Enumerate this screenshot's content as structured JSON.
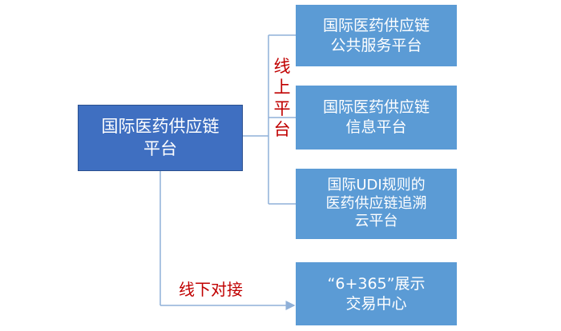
{
  "diagram": {
    "root": {
      "line1": "国际医药供应链",
      "line2": "平台"
    },
    "online_label": [
      "线",
      "上",
      "平",
      "台"
    ],
    "offline_label": "线下对接",
    "children": [
      {
        "lines": [
          "国际医药供应链",
          "公共服务平台"
        ]
      },
      {
        "lines": [
          "国际医药供应链",
          "信息平台"
        ]
      },
      {
        "lines": [
          "国际UDI规则的",
          "医药供应链追溯",
          "云平台"
        ]
      },
      {
        "lines": [
          "“6+365”展示",
          "交易中心"
        ]
      }
    ],
    "colors": {
      "root_fill": "#3f6fc1",
      "child_fill": "#5b9bd5",
      "label_red": "#c00000",
      "connector": "#8fb0d8"
    }
  }
}
